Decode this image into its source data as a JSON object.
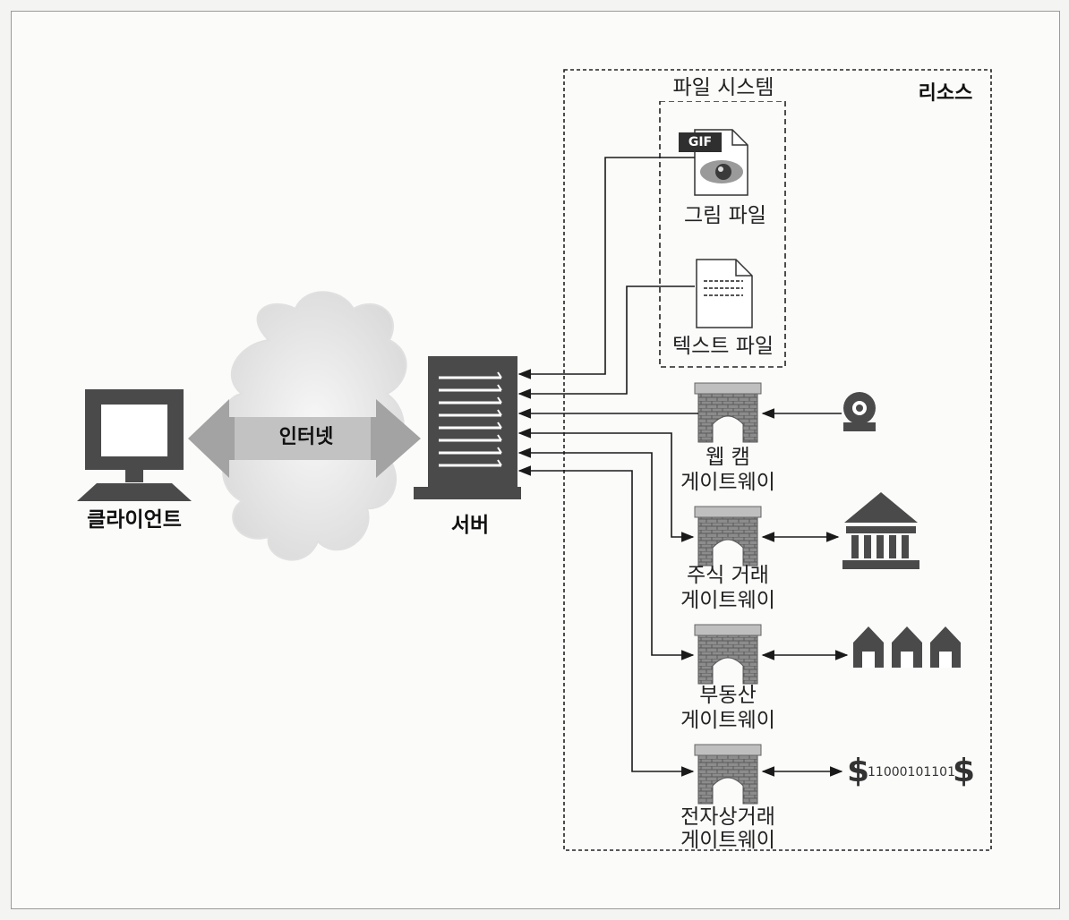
{
  "diagram": {
    "client_label": "클라이언트",
    "internet_label": "인터넷",
    "server_label": "서버",
    "resources_label": "리소스",
    "filesystem_label": "파일 시스템",
    "gif_label": "GIF",
    "image_file_label": "그림 파일",
    "text_file_label": "텍스트 파일",
    "gateways": [
      {
        "line1": "웹 캠",
        "line2": "게이트웨이",
        "target": "webcam-icon"
      },
      {
        "line1": "주식 거래",
        "line2": "게이트웨이",
        "target": "bank-building-icon"
      },
      {
        "line1": "부동산",
        "line2": "게이트웨이",
        "target": "houses-icon"
      },
      {
        "line1": "전자상거래",
        "line2": "게이트웨이",
        "target": "binary-money-icon"
      }
    ],
    "binary_text": "11000101101",
    "dollar_sign": "$"
  }
}
